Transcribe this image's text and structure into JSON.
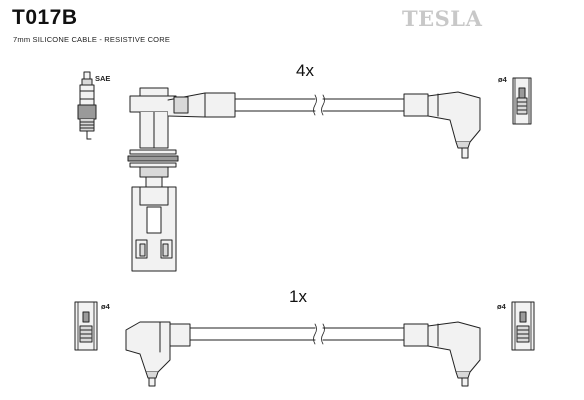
{
  "header": {
    "part_number": "T017B",
    "cable_spec": "7mm SILICONE CABLE - RESISTIVE CORE",
    "brand_logo_text": "TESLA"
  },
  "labels": {
    "spark_plug_standard": "SAE",
    "terminal_diameter_top_right": "ø4",
    "terminal_diameter_bottom_left": "ø4",
    "terminal_diameter_bottom_right": "ø4"
  },
  "quantities": {
    "top_lead_set": "4x",
    "bottom_lead_set": "1x"
  },
  "colors": {
    "line": "#222222",
    "fill_light": "#f2f2f2",
    "fill_mid": "#d9d9d9",
    "fill_dark": "#9a9a9a",
    "logo": "#c8c8c8"
  }
}
